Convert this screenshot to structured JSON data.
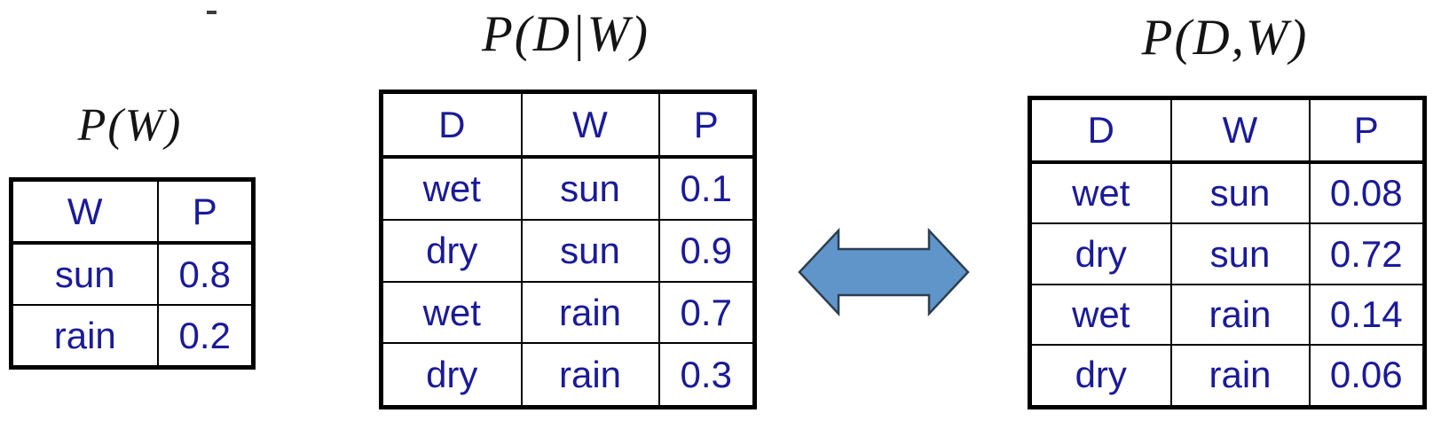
{
  "slide": {
    "background": "#ffffff"
  },
  "colors": {
    "table_text": "#1a1a99",
    "title_text": "#141414",
    "table_border": "#000000",
    "arrow_fill": "#6095c9",
    "arrow_outline": "#2c3e50"
  },
  "tables": {
    "pw": {
      "title": "P(W)",
      "headers": [
        "W",
        "P"
      ],
      "rows": [
        [
          "sun",
          "0.8"
        ],
        [
          "rain",
          "0.2"
        ]
      ]
    },
    "pdw_conditional": {
      "title": "P(D|W)",
      "headers": [
        "D",
        "W",
        "P"
      ],
      "rows": [
        [
          "wet",
          "sun",
          "0.1"
        ],
        [
          "dry",
          "sun",
          "0.9"
        ],
        [
          "wet",
          "rain",
          "0.7"
        ],
        [
          "dry",
          "rain",
          "0.3"
        ]
      ]
    },
    "pdw_joint": {
      "title": "P(D,W)",
      "headers": [
        "D",
        "W",
        "P"
      ],
      "rows": [
        [
          "wet",
          "sun",
          "0.08"
        ],
        [
          "dry",
          "sun",
          "0.72"
        ],
        [
          "wet",
          "rain",
          "0.14"
        ],
        [
          "dry",
          "rain",
          "0.06"
        ]
      ]
    }
  },
  "icons": {
    "double_arrow": "left-right-arrow",
    "stray_dash": "dash-mark"
  }
}
